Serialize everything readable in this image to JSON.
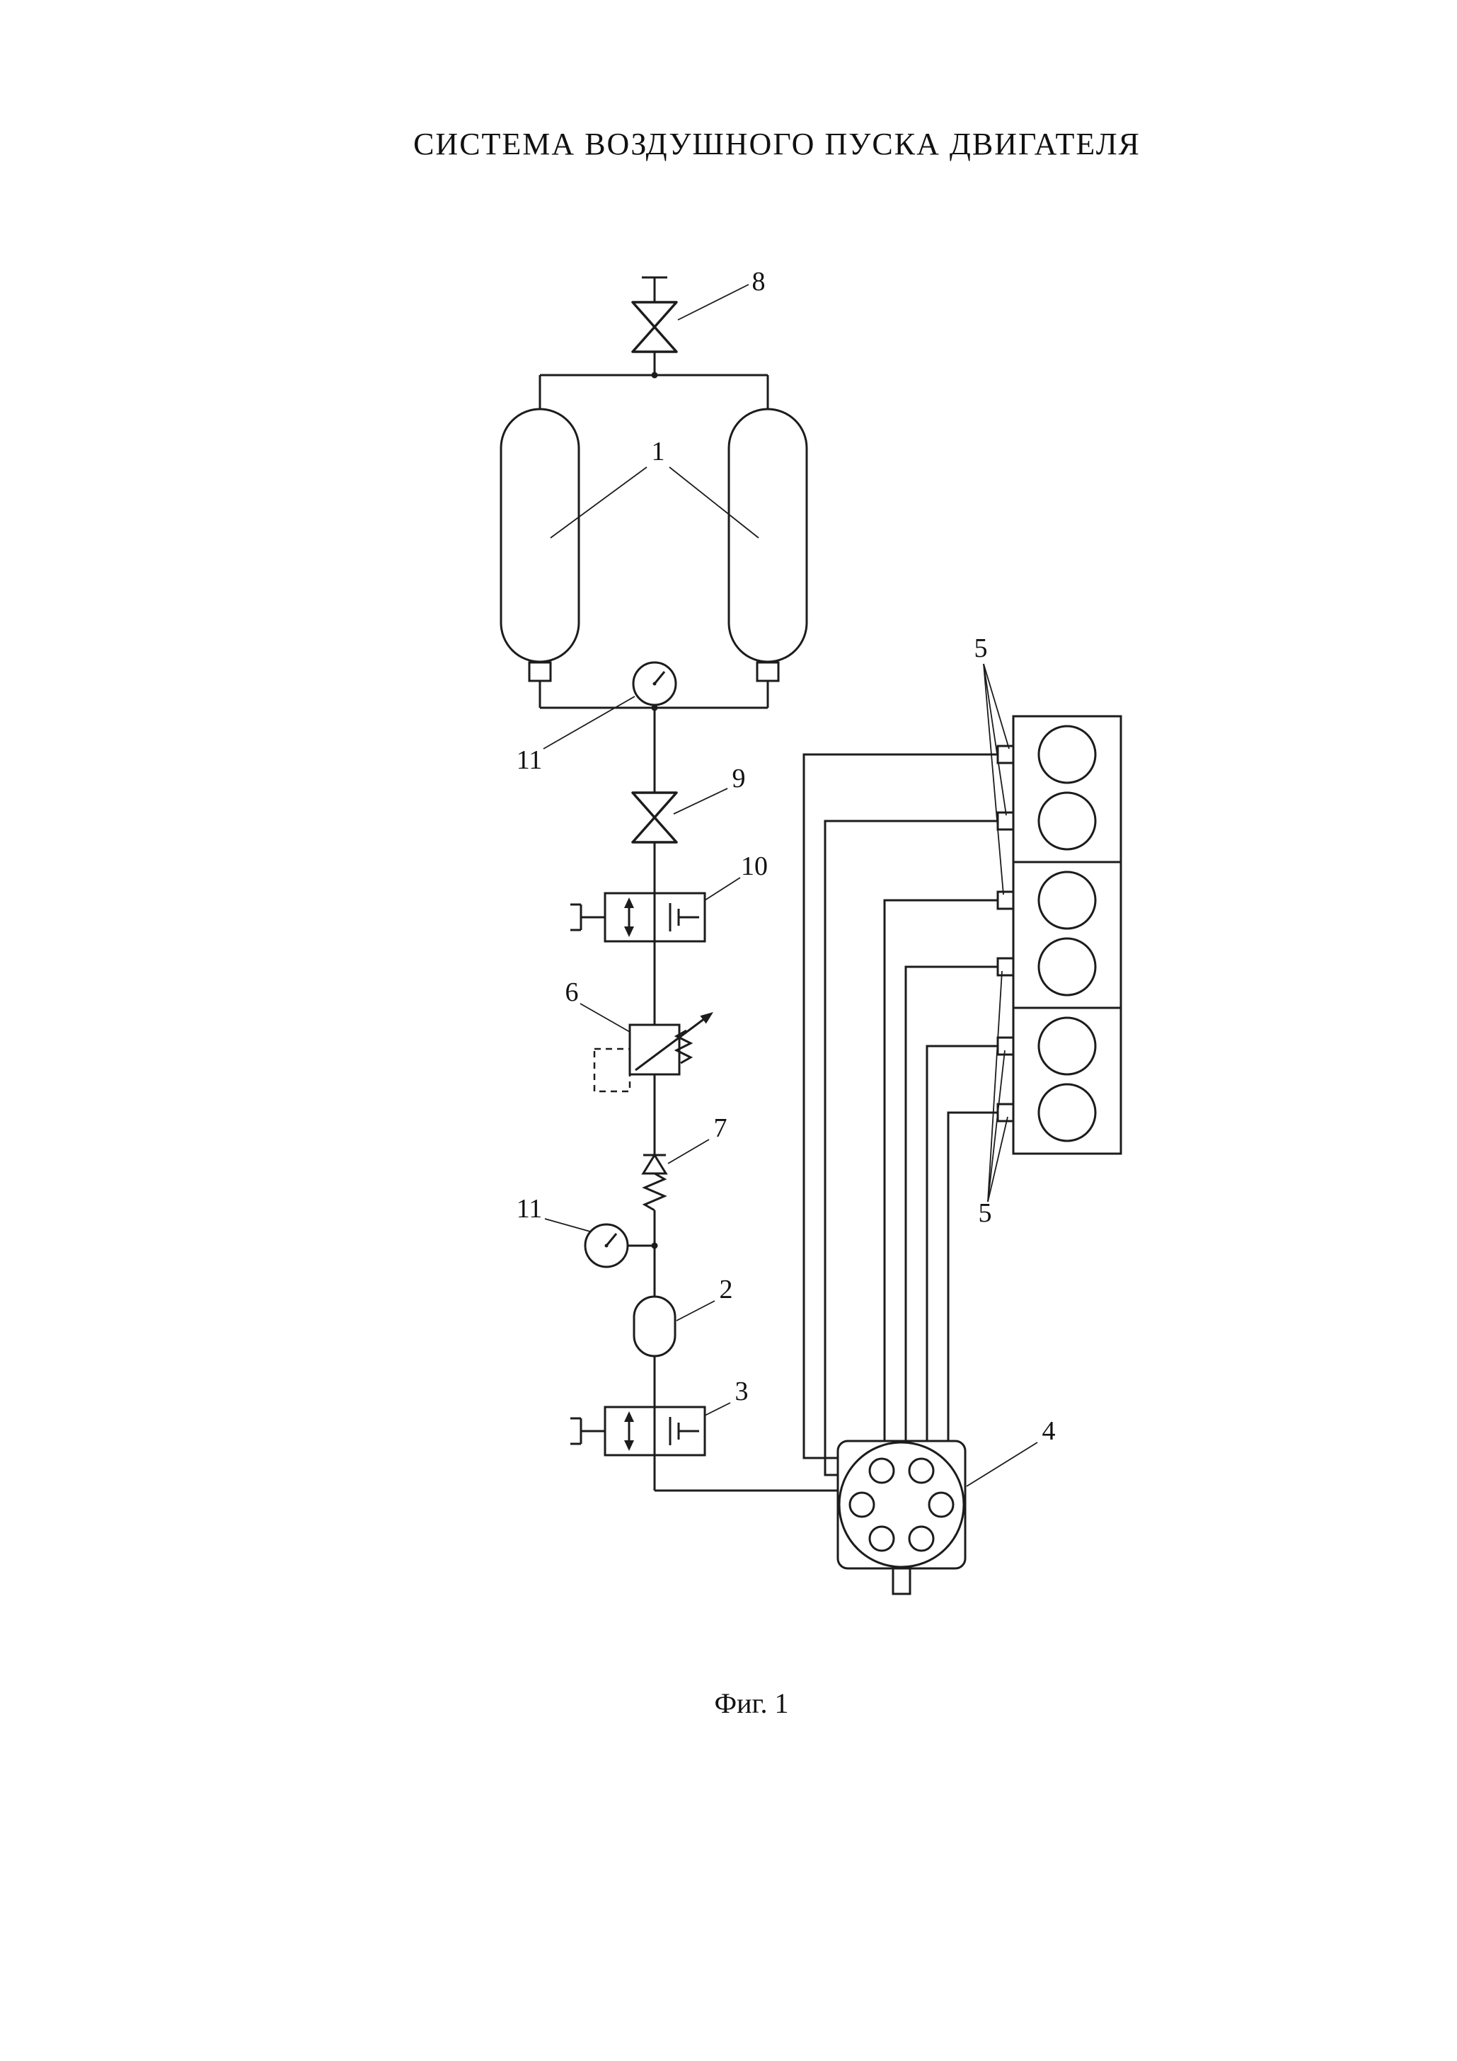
{
  "figure": {
    "title": "СИСТЕМА ВОЗДУШНОГО ПУСКА ДВИГАТЕЛЯ",
    "caption": "Фиг. 1"
  },
  "labels": {
    "cylinders": "1",
    "receiver": "2",
    "valve3": "3",
    "distributor": "4",
    "engine_top": "5",
    "engine_bottom": "5",
    "regulator": "6",
    "check_valve": "7",
    "valve8": "8",
    "valve9": "9",
    "valve10": "10",
    "gauge_top": "11",
    "gauge_bottom": "11"
  },
  "colors": {
    "ink": "#1c1c1c",
    "paper": "#ffffff"
  }
}
